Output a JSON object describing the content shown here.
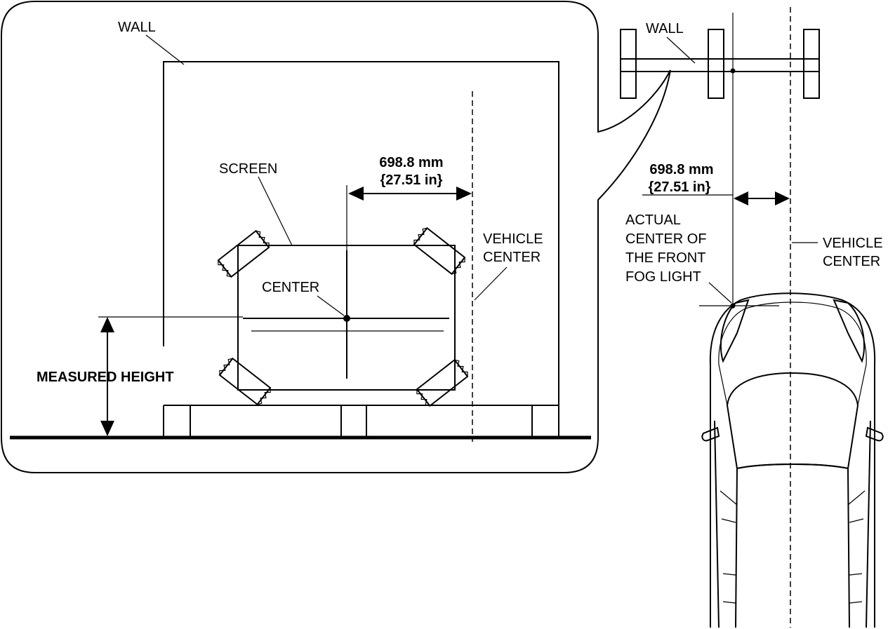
{
  "colors": {
    "line": "#000000",
    "background": "#ffffff"
  },
  "labels": {
    "wall_main": "WALL",
    "wall_top": "WALL",
    "screen": "SCREEN",
    "center": "CENTER",
    "dim_main_mm": "698.8 mm",
    "dim_main_in": "{27.51 in}",
    "dim_right_mm": "698.8 mm",
    "dim_right_in": "{27.51 in}",
    "vehicle_center_main": [
      "VEHICLE",
      "CENTER"
    ],
    "vehicle_center_right": [
      "VEHICLE",
      "CENTER"
    ],
    "measured_height": "MEASURED HEIGHT",
    "fog_light": [
      "ACTUAL",
      "CENTER OF",
      "THE FRONT",
      "FOG LIGHT"
    ]
  }
}
